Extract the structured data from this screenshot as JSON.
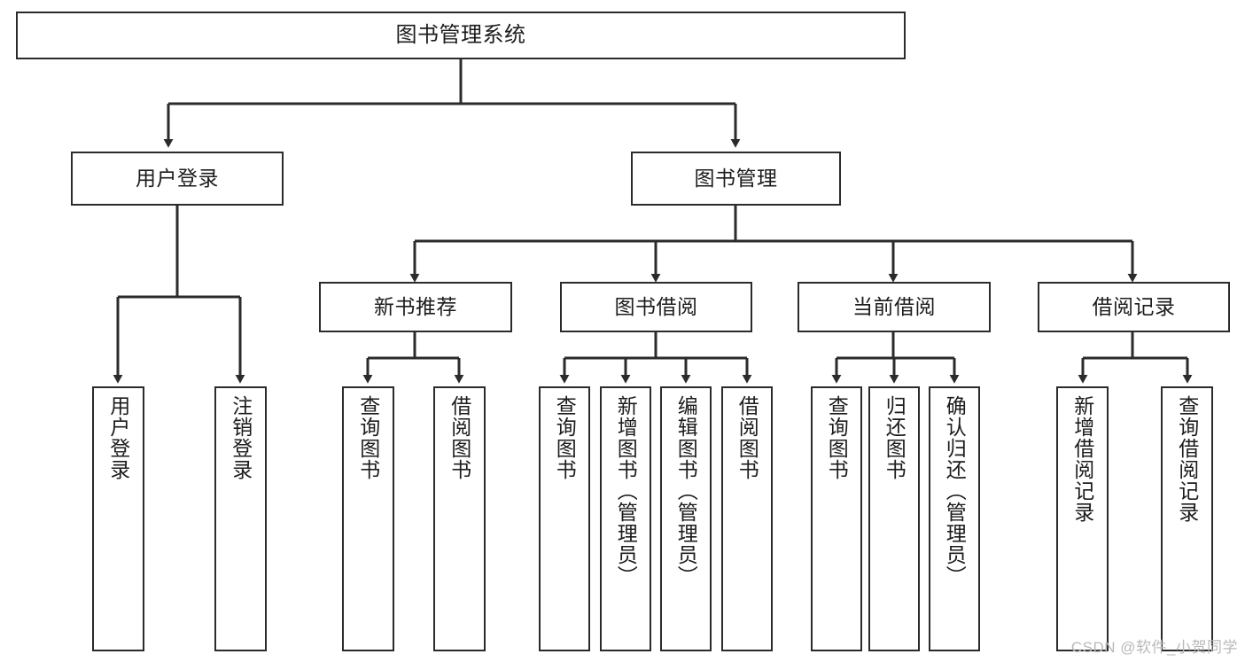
{
  "diagram": {
    "title": "图书管理系统",
    "type": "tree",
    "colors": {
      "box_border": "#2b2b2b",
      "box_fill": "#ffffff",
      "edge": "#2b2b2b",
      "text": "#1c1c1c",
      "watermark": "#b9b9b9",
      "background": "#ffffff"
    },
    "root": {
      "id": "root",
      "label": "图书管理系统"
    },
    "level2": [
      {
        "id": "user-login",
        "label": "用户登录"
      },
      {
        "id": "book-manage",
        "label": "图书管理"
      }
    ],
    "level3": [
      {
        "id": "new-book-rec",
        "label": "新书推荐",
        "parent": "book-manage"
      },
      {
        "id": "book-borrow",
        "label": "图书借阅",
        "parent": "book-manage"
      },
      {
        "id": "current-borrow",
        "label": "当前借阅",
        "parent": "book-manage"
      },
      {
        "id": "borrow-record",
        "label": "借阅记录",
        "parent": "book-manage"
      }
    ],
    "leaves": [
      {
        "id": "leaf-user-login",
        "label": "用户登录",
        "parent": "user-login"
      },
      {
        "id": "leaf-logout",
        "label": "注销登录",
        "parent": "user-login"
      },
      {
        "id": "leaf-query-book-1",
        "label": "查询图书",
        "parent": "new-book-rec"
      },
      {
        "id": "leaf-borrow-book-1",
        "label": "借阅图书",
        "parent": "new-book-rec"
      },
      {
        "id": "leaf-query-book-2",
        "label": "查询图书",
        "parent": "book-borrow"
      },
      {
        "id": "leaf-add-book",
        "label": "新增图书（管理员）",
        "parent": "book-borrow"
      },
      {
        "id": "leaf-edit-book",
        "label": "编辑图书（管理员）",
        "parent": "book-borrow"
      },
      {
        "id": "leaf-borrow-book-2",
        "label": "借阅图书",
        "parent": "book-borrow"
      },
      {
        "id": "leaf-query-book-3",
        "label": "查询图书",
        "parent": "current-borrow"
      },
      {
        "id": "leaf-return-book",
        "label": "归还图书",
        "parent": "current-borrow"
      },
      {
        "id": "leaf-confirm-return",
        "label": "确认归还（管理员）",
        "parent": "current-borrow"
      },
      {
        "id": "leaf-add-record",
        "label": "新增借阅记录",
        "parent": "borrow-record"
      },
      {
        "id": "leaf-query-record",
        "label": "查询借阅记录",
        "parent": "borrow-record"
      }
    ]
  },
  "watermark": {
    "text": "CSDN @软件_小贺同学"
  }
}
